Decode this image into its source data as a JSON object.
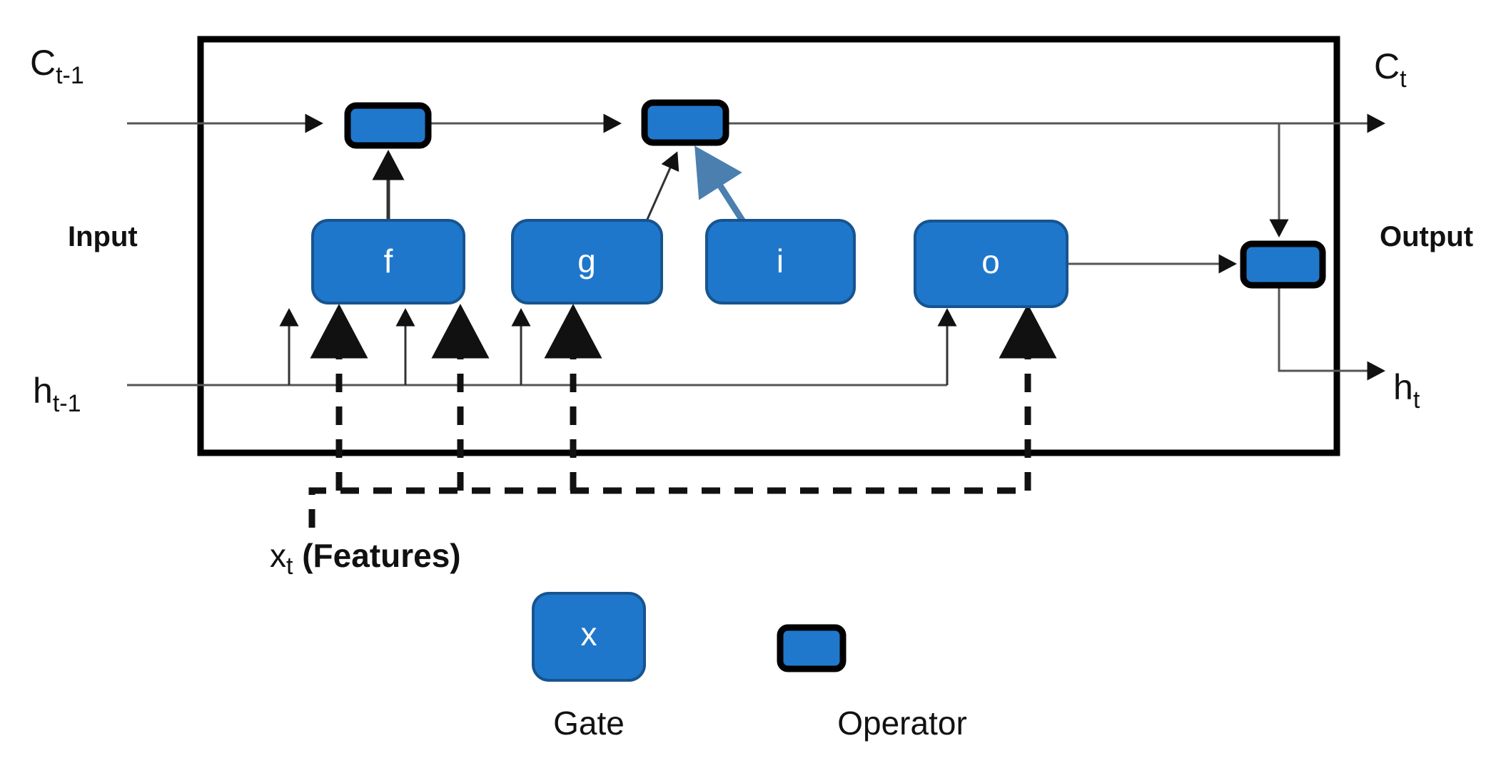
{
  "diagram": {
    "title_hidden": "LSTM cell internal structure",
    "colors": {
      "gate_fill": "#1F77CB",
      "gate_stroke": "#17548F",
      "operator_fill": "#2078CD",
      "operator_stroke": "#000000",
      "line": "#555555",
      "bold_line": "#000000",
      "blue_arrow": "#4A7FAF",
      "text": "#111111",
      "gate_text": "#FFFFFF",
      "background": "#FFFFFF"
    },
    "labels": {
      "input": "Input",
      "output": "Output",
      "c_prev_main": "C",
      "c_prev_sub": "t-1",
      "c_out_main": "C",
      "c_out_sub": "t",
      "h_prev_main": "h",
      "h_prev_sub": "t-1",
      "h_out_main": "h",
      "h_out_sub": "t",
      "features_main": "x",
      "features_sub": "t",
      "features_paren": "(Features)"
    },
    "gates": [
      {
        "id": "forget-gate",
        "label": "f"
      },
      {
        "id": "candidate-gate",
        "label": "g"
      },
      {
        "id": "input-gate",
        "label": "i"
      },
      {
        "id": "output-gate",
        "label": "o"
      }
    ],
    "operators": [
      {
        "id": "forget-multiply-operator",
        "label": ""
      },
      {
        "id": "add-operator",
        "label": ""
      },
      {
        "id": "output-multiply-operator",
        "label": ""
      }
    ],
    "legend": [
      {
        "id": "legend-gate",
        "symbol_label": "x",
        "caption": "Gate"
      },
      {
        "id": "legend-operator",
        "symbol_label": "",
        "caption": "Operator"
      }
    ]
  }
}
